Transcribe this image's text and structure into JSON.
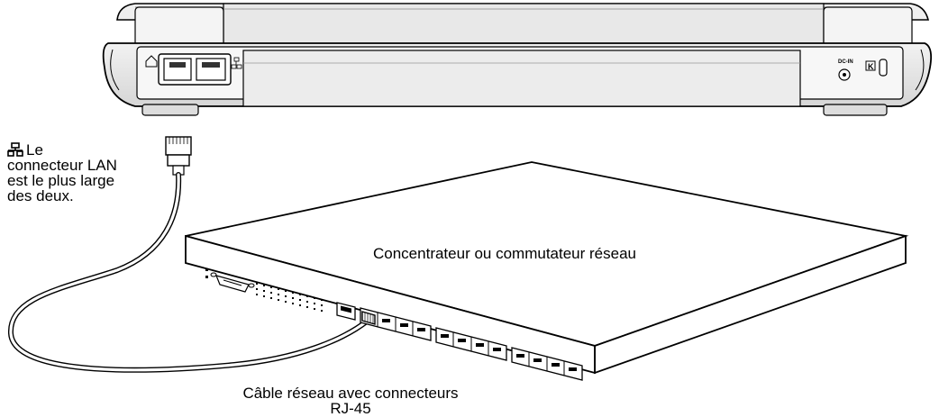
{
  "labels": {
    "lan_note": [
      "Le",
      "connecteur LAN",
      "est le plus large",
      "des deux."
    ],
    "hub": "Concentrateur ou commutateur réseau",
    "cable": [
      "Câble réseau avec connecteurs",
      "RJ-45"
    ]
  },
  "icons": {
    "lan": "network-icon"
  },
  "laptop_labels": {
    "dc_in": "DC-IN",
    "lock": "K"
  }
}
